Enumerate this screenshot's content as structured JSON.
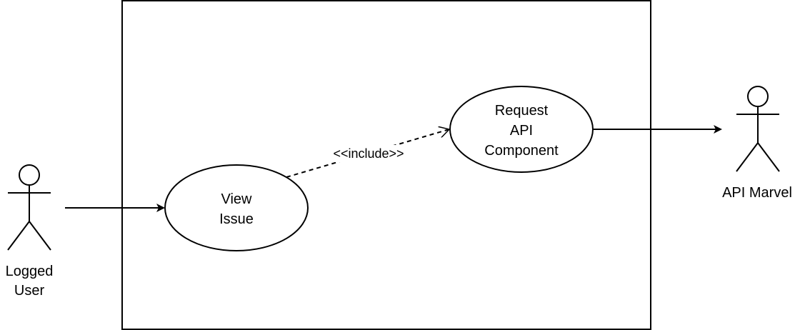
{
  "diagram": {
    "actors": {
      "logged_user": {
        "line1": "Logged",
        "line2": "User"
      },
      "api_marvel": {
        "name": "API Marvel"
      }
    },
    "use_cases": {
      "view_issue": {
        "line1": "View",
        "line2": "Issue"
      },
      "request_api_component": {
        "line1": "Request",
        "line2": "API",
        "line3": "Component"
      }
    },
    "relationships": {
      "include": "<<include>>"
    },
    "colors": {
      "line": "#000000",
      "background": "#ffffff"
    }
  }
}
